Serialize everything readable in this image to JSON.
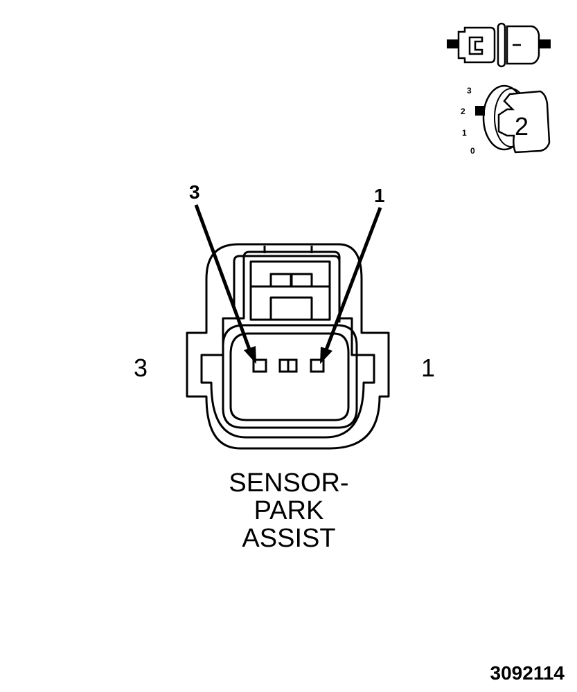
{
  "connector": {
    "title_lines": [
      "SENSOR-",
      "PARK",
      "ASSIST"
    ],
    "cavity_callouts": {
      "top_left": "3",
      "top_right": "1"
    },
    "side_labels": {
      "left": "3",
      "right": "1"
    }
  },
  "orientation_icon": {
    "position_ticks": [
      "3",
      "2",
      "1",
      "0"
    ],
    "position_indicator": "2"
  },
  "figure_number": "3092114",
  "colors": {
    "ink": "#000000",
    "background": "#ffffff"
  }
}
